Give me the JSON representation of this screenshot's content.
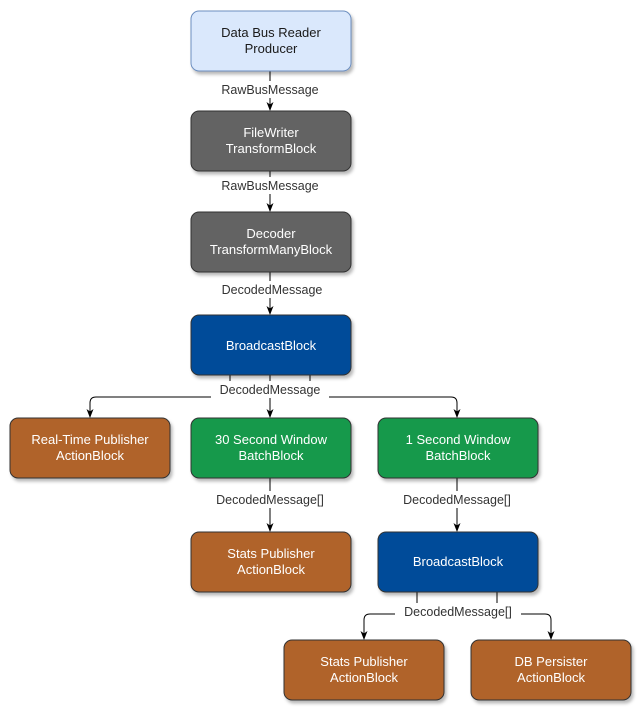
{
  "colors": {
    "producer_fill": "#dae8fc",
    "producer_stroke": "#6c8ebf",
    "gray_fill": "#646464",
    "gray_stroke": "#333333",
    "blue_fill": "#004c99",
    "blue_stroke": "#333333",
    "green_fill": "#12994c",
    "green_stroke": "#333333",
    "orange_fill": "#b0632c",
    "orange_stroke": "#333333",
    "edge": "#000000"
  },
  "nodes": {
    "producer": {
      "line1": "Data Bus Reader",
      "line2": "Producer"
    },
    "filewriter": {
      "line1": "FileWriter",
      "line2": "TransformBlock"
    },
    "decoder": {
      "line1": "Decoder",
      "line2": "TransformManyBlock"
    },
    "broadcast_main": {
      "line1": "BroadcastBlock"
    },
    "realtime_publisher": {
      "line1": "Real-Time Publisher",
      "line2": "ActionBlock"
    },
    "batch_30s": {
      "line1": "30 Second Window",
      "line2": "BatchBlock"
    },
    "batch_1s": {
      "line1": "1 Second Window",
      "line2": "BatchBlock"
    },
    "stats_publisher_30s": {
      "line1": "Stats Publisher",
      "line2": "ActionBlock"
    },
    "broadcast_1s": {
      "line1": "BroadcastBlock"
    },
    "stats_publisher_1s": {
      "line1": "Stats Publisher",
      "line2": "ActionBlock"
    },
    "db_persister": {
      "line1": "DB Persister",
      "line2": "ActionBlock"
    }
  },
  "edges": {
    "producer_to_filewriter": "RawBusMessage",
    "filewriter_to_decoder": "RawBusMessage",
    "decoder_to_broadcast": "DecodedMessage",
    "broadcast_to_targets": "DecodedMessage",
    "batch30_to_stats": "DecodedMessage[]",
    "batch1_to_broadcast": "DecodedMessage[]",
    "broadcast1_to_targets": "DecodedMessage[]"
  }
}
